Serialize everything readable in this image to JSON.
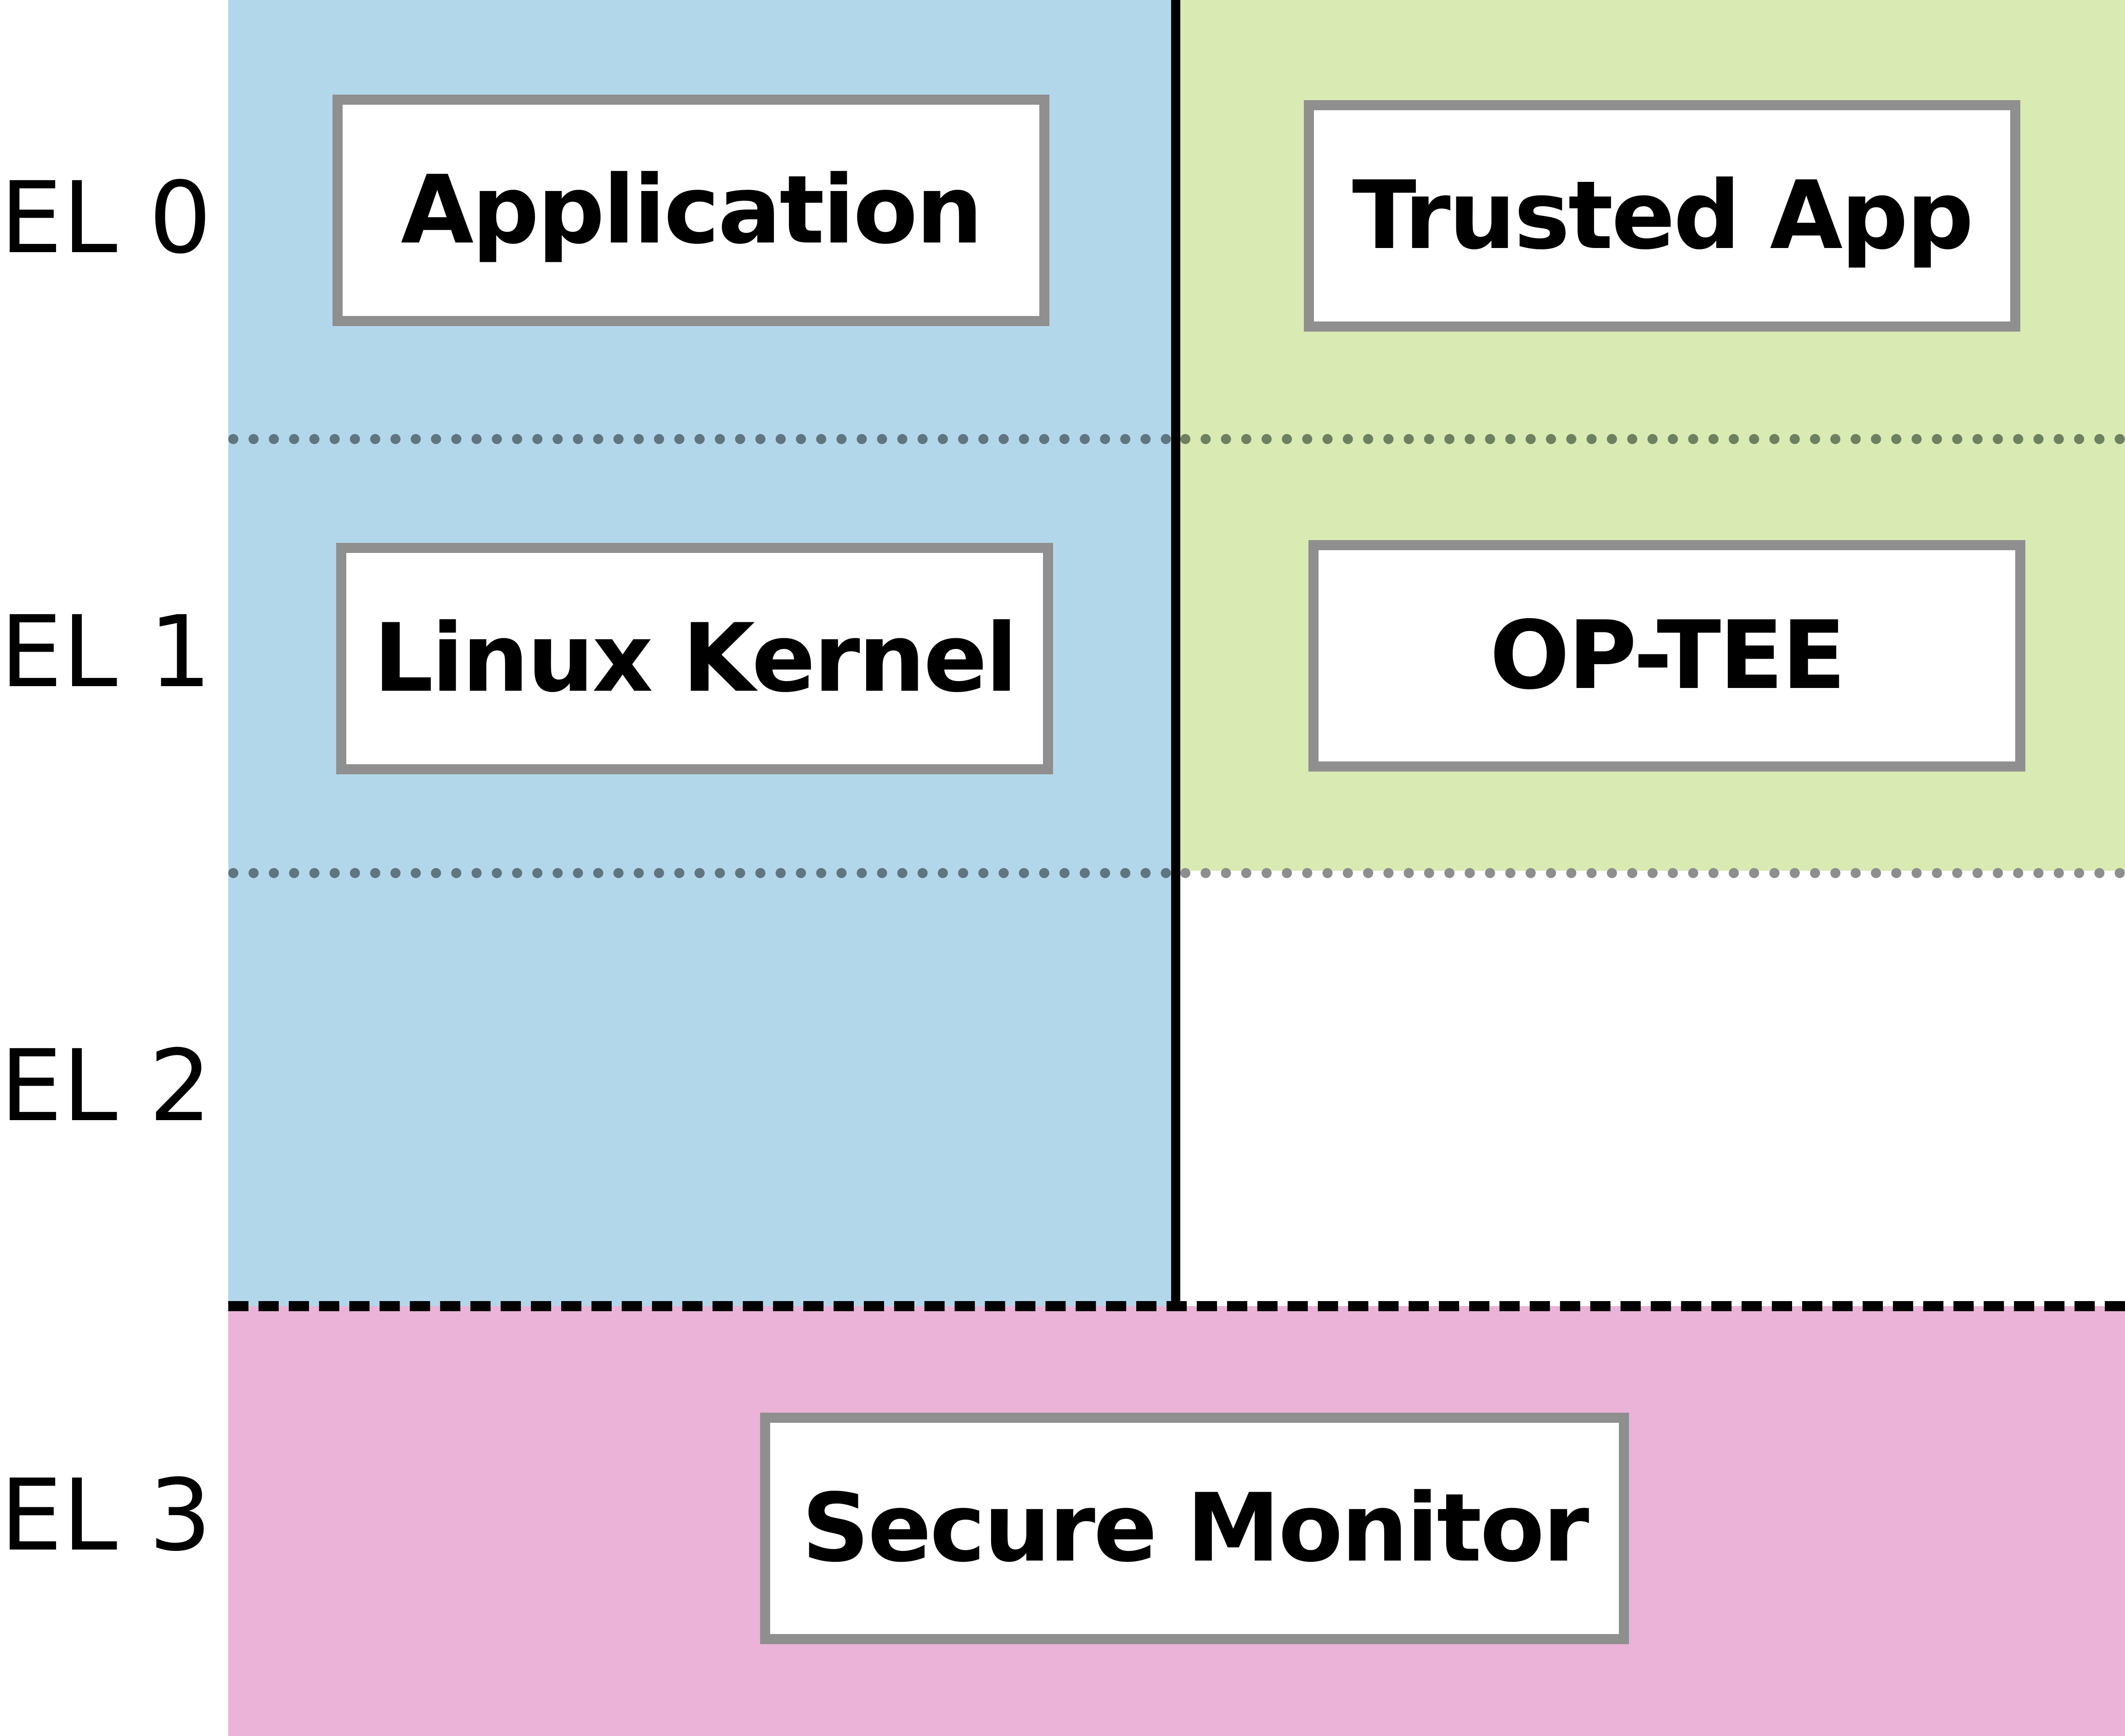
{
  "diagram": {
    "colors": {
      "normal_world": "#b3d7ea",
      "secure_world": "#d9eab3",
      "secure_monitor_zone": "#eab3d7",
      "box_border": "#8f8f8f",
      "divider": "#000000"
    },
    "exception_levels": [
      {
        "label": "EL 0"
      },
      {
        "label": "EL 1"
      },
      {
        "label": "EL 2"
      },
      {
        "label": "EL 3"
      }
    ],
    "boxes": {
      "application": "Application",
      "trusted_app": "Trusted App",
      "linux_kernel": "Linux Kernel",
      "op_tee": "OP-TEE",
      "secure_monitor": "Secure Monitor"
    }
  }
}
